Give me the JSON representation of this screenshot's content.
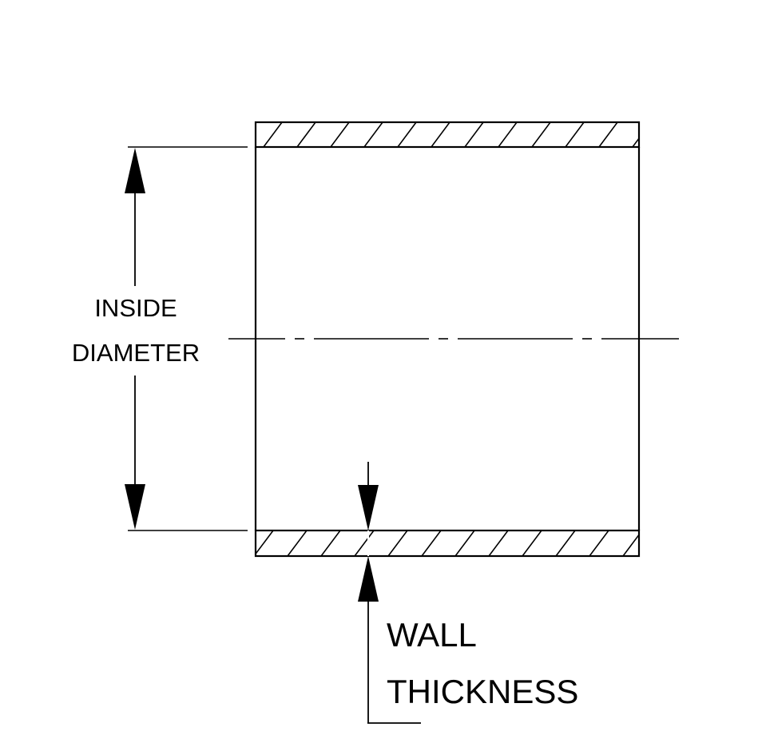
{
  "labels": {
    "inside_diameter_line1": "INSIDE",
    "inside_diameter_line2": "DIAMETER",
    "wall_thickness_line1": "WALL",
    "wall_thickness_line2": "THICKNESS"
  },
  "colors": {
    "ink": "#000000",
    "background": "#ffffff"
  }
}
